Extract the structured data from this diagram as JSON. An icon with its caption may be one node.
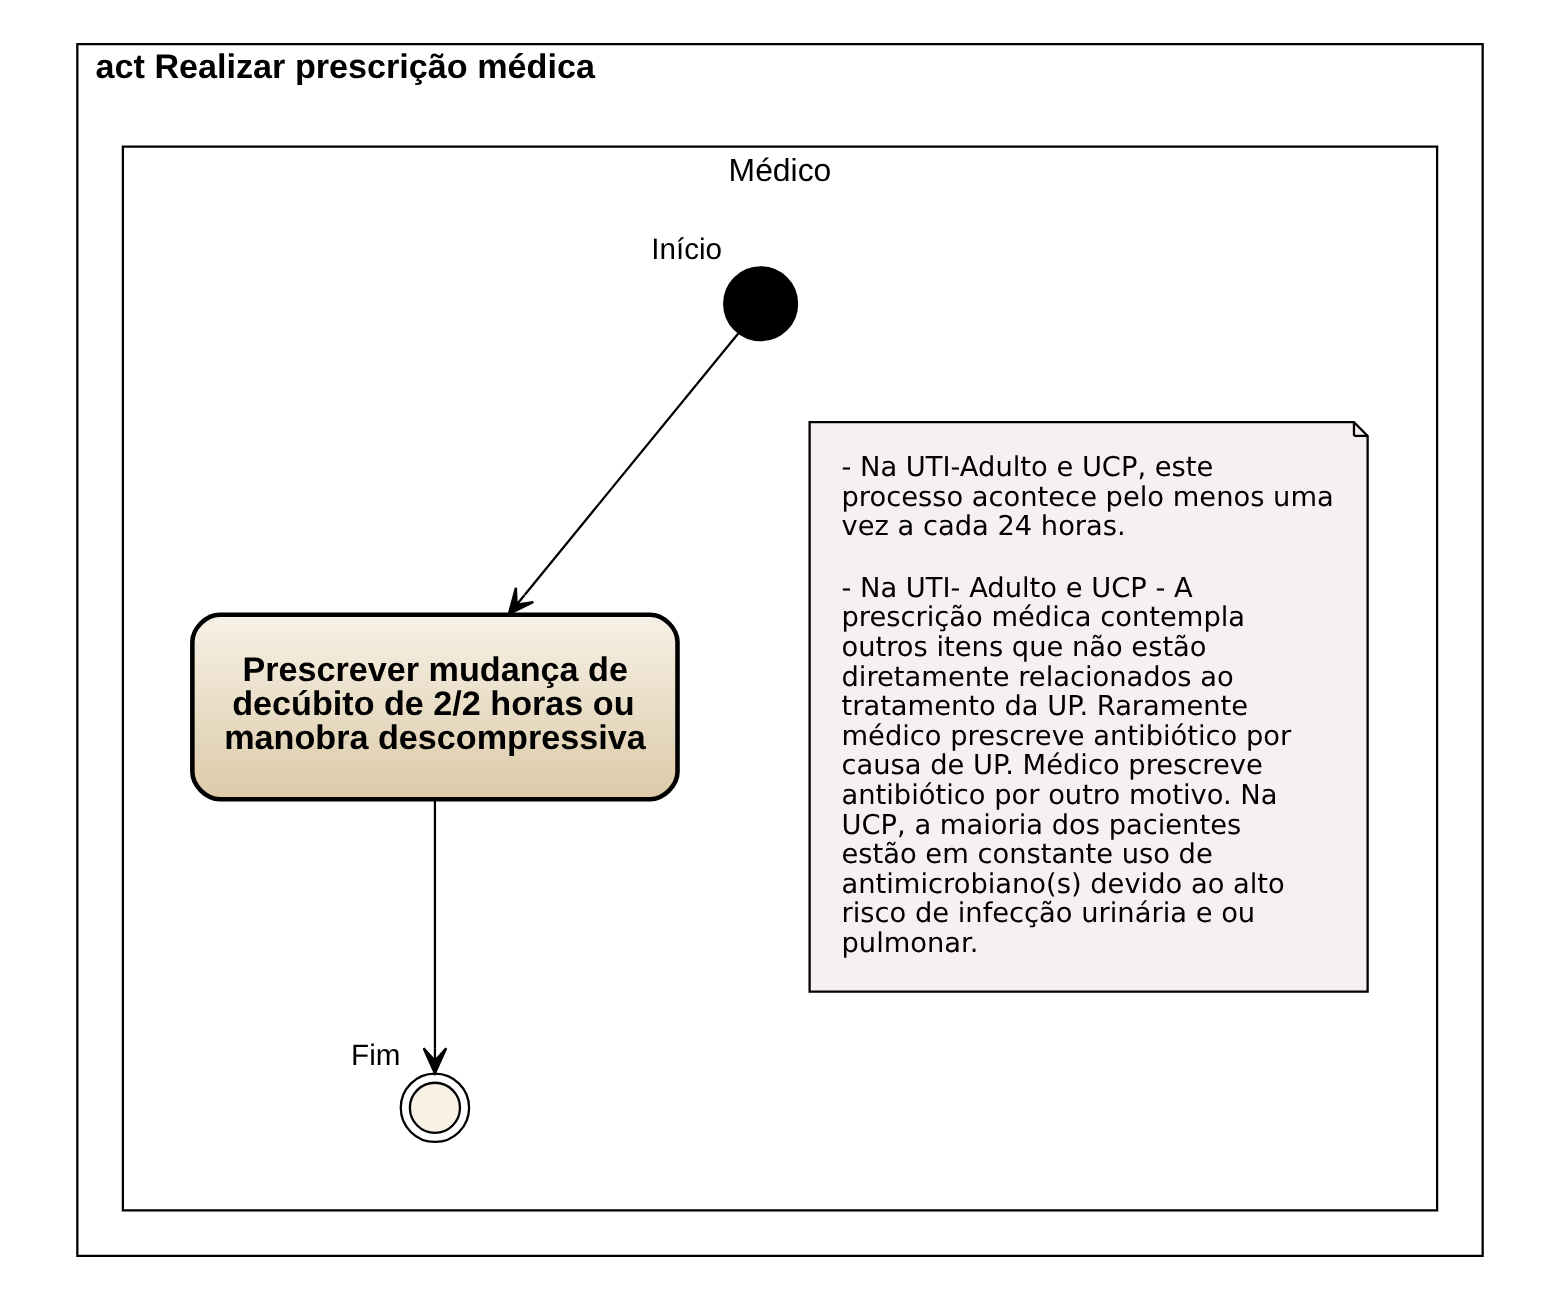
{
  "diagram": {
    "nodes": [
      {
        "text": [
          "act Realizar prescrição médica"
        ]
      },
      {
        "text": [
          "Médico"
        ],
        "in": 0
      },
      {
        "text": [],
        "shape": "circle",
        "in": 1,
        "beside": [
          "Início"
        ]
      },
      {
        "text": [
          "Prescrever mudança de decúbito de 2/2 horas ou manobra descompressiva"
        ],
        "in": 1
      },
      {
        "text": [],
        "shape": "circle",
        "in": 1,
        "beside": [
          "Fim"
        ]
      },
      {
        "text": [
          "- Na UTI-Adulto e UCP, este processo acontece pelo menos uma vez a cada 24 horas.",
          "- Na UTI- Adulto e UCP - A prescrição médica contempla outros itens que não estão diretamente relacionados ao tratamento da UP. Raramente médico prescreve antibiótico por causa de UP. Médico prescreve antibiótico por outro motivo. Na UCP, a maioria dos pacientes estão em constante uso de antimicrobiano(s) devido ao alto risco de infecção urinária e ou pulmonar."
        ],
        "in": 1
      }
    ],
    "edges": [
      {
        "from": 2,
        "to": 3,
        "arrow": "to"
      },
      {
        "from": 3,
        "to": 4,
        "arrow": "to"
      }
    ]
  }
}
